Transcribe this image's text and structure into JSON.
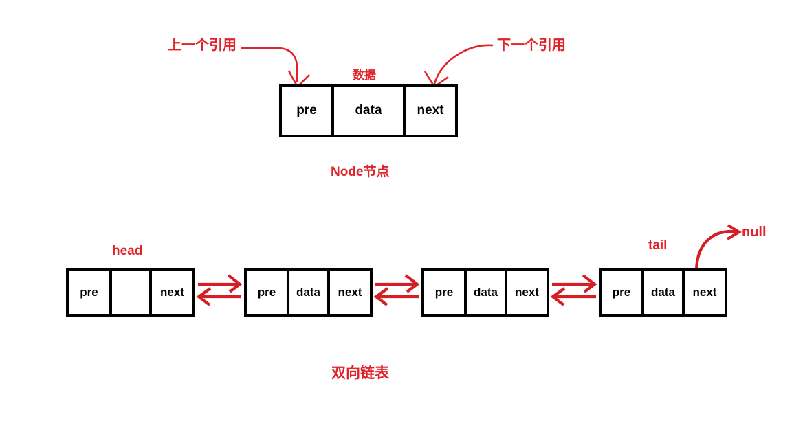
{
  "diagram": {
    "title_node": "Node节点",
    "title_list": "双向链表",
    "accent_color": "#e02229",
    "line_color": "#000000",
    "background": "#ffffff"
  },
  "node_detail": {
    "cells": [
      {
        "label": "pre",
        "name": "cell-pre"
      },
      {
        "label": "data",
        "name": "cell-data"
      },
      {
        "label": "next",
        "name": "cell-next"
      }
    ],
    "annotations": {
      "prev_ref": "上一个引用",
      "next_ref": "下一个引用",
      "data": "数据"
    }
  },
  "linked_list": {
    "head_label": "head",
    "tail_label": "tail",
    "null_label": "null",
    "nodes": [
      {
        "name": "node-head",
        "cells": [
          {
            "label": "pre"
          },
          {
            "label": ""
          },
          {
            "label": "next"
          }
        ]
      },
      {
        "name": "node-2",
        "cells": [
          {
            "label": "pre"
          },
          {
            "label": "data"
          },
          {
            "label": "next"
          }
        ]
      },
      {
        "name": "node-3",
        "cells": [
          {
            "label": "pre"
          },
          {
            "label": "data"
          },
          {
            "label": "next"
          }
        ]
      },
      {
        "name": "node-tail",
        "cells": [
          {
            "label": "pre"
          },
          {
            "label": "data"
          },
          {
            "label": "next"
          }
        ]
      }
    ],
    "connectors": [
      {
        "name": "connector-1",
        "forward": "next",
        "backward": "pre"
      },
      {
        "name": "connector-2",
        "forward": "next",
        "backward": "pre"
      },
      {
        "name": "connector-3",
        "forward": "next",
        "backward": "pre"
      }
    ]
  }
}
